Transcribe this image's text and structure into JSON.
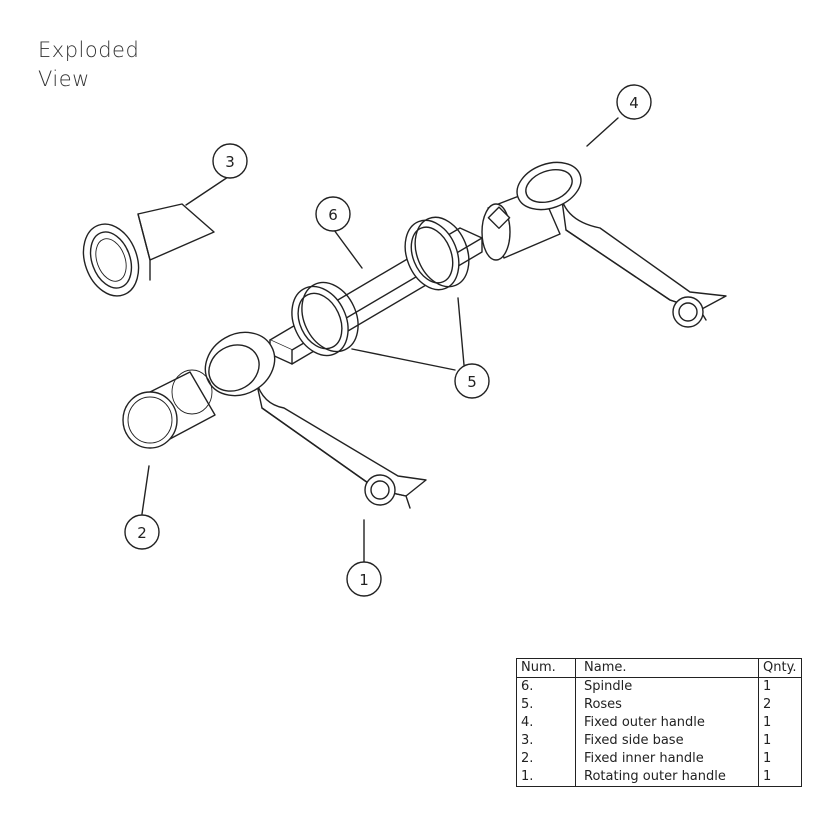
{
  "title": [
    "Exploded",
    "View"
  ],
  "callouts": [
    "1",
    "2",
    "3",
    "4",
    "5",
    "6"
  ],
  "bom": {
    "headers": [
      "Num.",
      "Name.",
      "Qnty."
    ],
    "rows": [
      [
        "6.",
        "Spindle",
        "1"
      ],
      [
        "5.",
        "Roses",
        "2"
      ],
      [
        "4.",
        "Fixed outer handle",
        "1"
      ],
      [
        "3.",
        "Fixed side base",
        "1"
      ],
      [
        "2.",
        "Fixed inner handle",
        "1"
      ],
      [
        "1.",
        "Rotating outer handle",
        "1"
      ]
    ]
  }
}
